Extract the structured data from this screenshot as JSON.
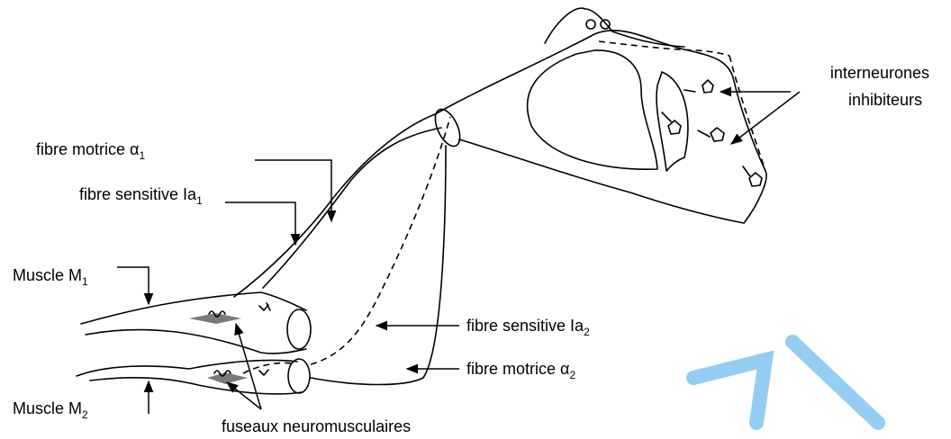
{
  "labels": {
    "fibre_motrice_1": {
      "base": "fibre motrice α",
      "sub": "1"
    },
    "fibre_sensitive_1": {
      "base": "fibre sensitive Ia",
      "sub": "1"
    },
    "muscle_1": {
      "base": "Muscle M",
      "sub": "1"
    },
    "muscle_2": {
      "base": "Muscle M",
      "sub": "2"
    },
    "fibre_sensitive_2": {
      "base": "fibre sensitive Ia",
      "sub": "2"
    },
    "fibre_motrice_2": {
      "base": "fibre motrice α",
      "sub": "2"
    },
    "fuseaux": "fuseaux neuromusculaires",
    "interneurones_line1": "interneurones",
    "interneurones_line2": "inhibiteurs"
  },
  "colors": {
    "line": "#000000",
    "spindle": "#7a7a7a",
    "watermark": "#3da5e8"
  }
}
